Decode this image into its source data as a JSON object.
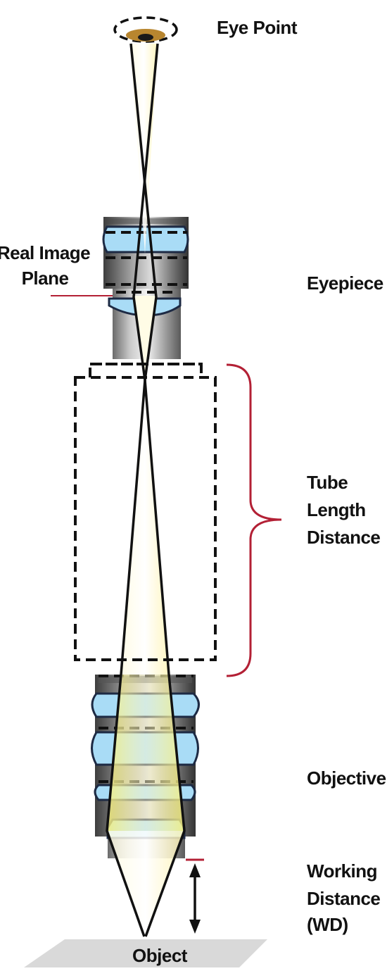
{
  "labels": {
    "eye_point": "Eye Point",
    "real_image_line1": "Real Image",
    "real_image_line2": "Plane",
    "eyepiece": "Eyepiece",
    "tube_line1": "Tube",
    "tube_line2": "Length",
    "tube_line3": "Distance",
    "objective": "Objective",
    "wd_line1": "Working",
    "wd_line2": "Distance",
    "wd_line3": "(WD)",
    "object": "Object"
  },
  "colors": {
    "lens_glass": "#a9dcf6",
    "brace": "#b32035",
    "eye_ring": "#b8862f",
    "light_cone": "#fff7c2",
    "object_plate": "#d9d9d9"
  }
}
